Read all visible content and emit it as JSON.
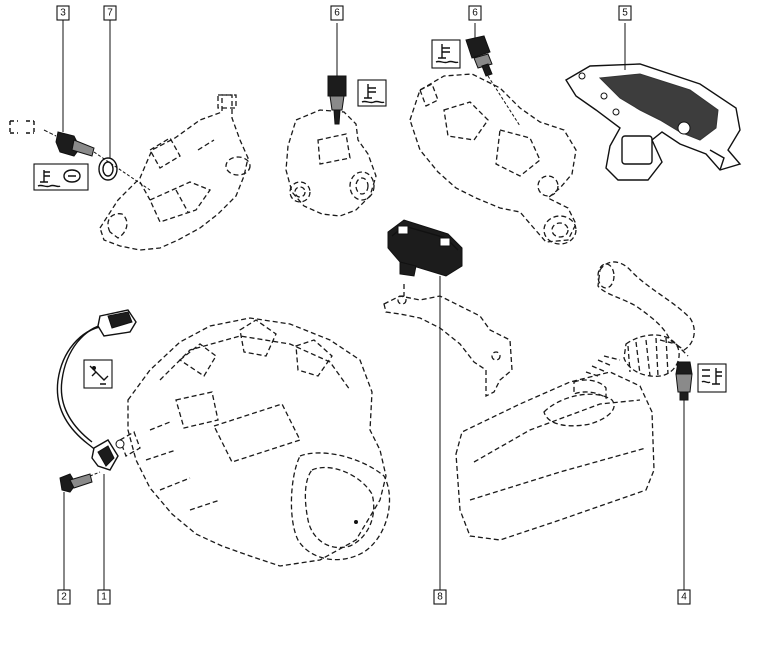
{
  "callouts": [
    {
      "id": "1",
      "label": "1"
    },
    {
      "id": "2",
      "label": "2"
    },
    {
      "id": "3",
      "label": "3"
    },
    {
      "id": "4",
      "label": "4"
    },
    {
      "id": "5",
      "label": "5"
    },
    {
      "id": "6a",
      "label": "6"
    },
    {
      "id": "6b",
      "label": "6"
    },
    {
      "id": "7",
      "label": "7"
    },
    {
      "id": "8",
      "label": "8"
    }
  ],
  "icons": {
    "coolant_temp": "coolant-temperature-icon",
    "coolant_temp_warning": "coolant-temperature-warning-icon",
    "air_temp": "air-temperature-icon",
    "speed_sensor": "speed-sensor-icon",
    "connector": "connector-outline-icon"
  },
  "colors": {
    "line": "#111111",
    "background": "#ffffff"
  }
}
